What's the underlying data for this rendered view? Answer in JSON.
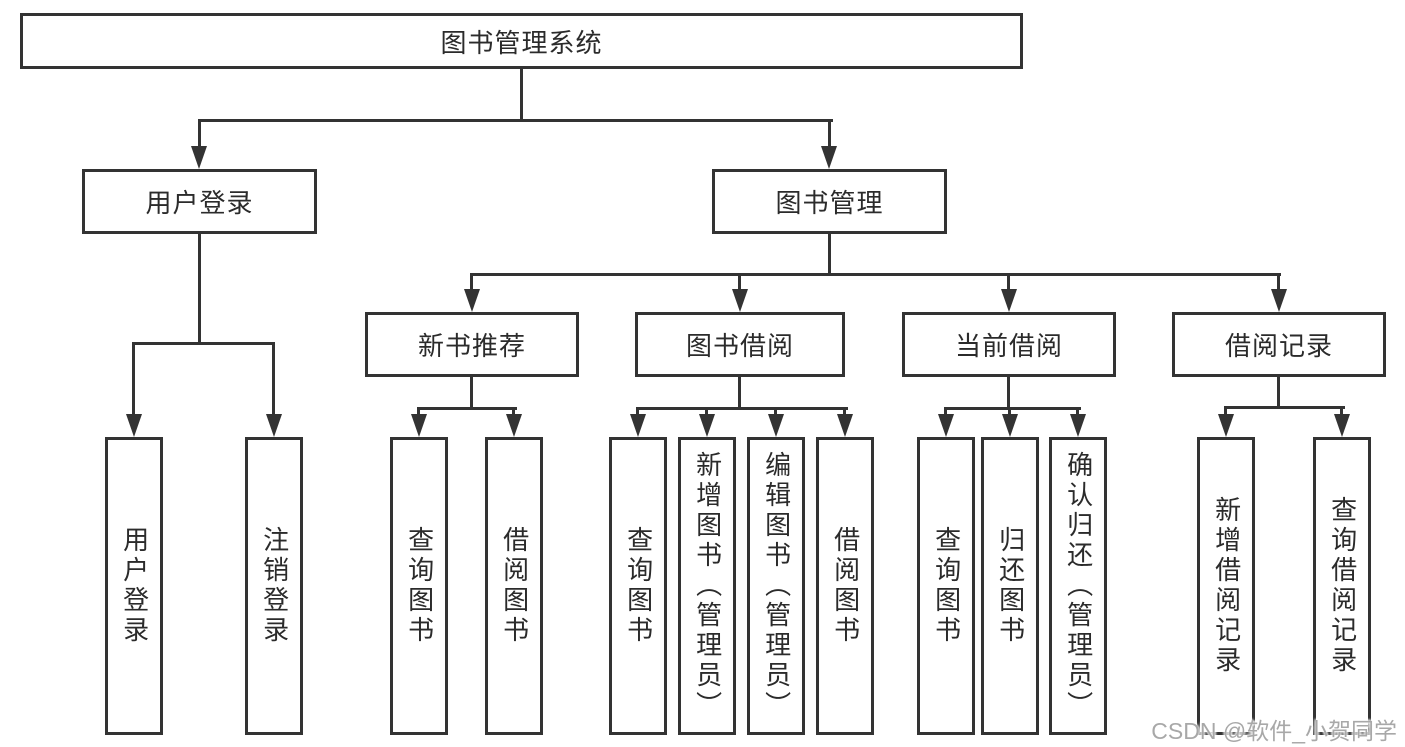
{
  "diagram": {
    "root": {
      "label": "图书管理系统"
    },
    "level2": [
      {
        "label": "用户登录"
      },
      {
        "label": "图书管理"
      }
    ],
    "level3": [
      {
        "label": "新书推荐"
      },
      {
        "label": "图书借阅"
      },
      {
        "label": "当前借阅"
      },
      {
        "label": "借阅记录"
      }
    ],
    "leaves": {
      "user_login": [
        {
          "label": "用户登录"
        },
        {
          "label": "注销登录"
        }
      ],
      "new_book": [
        {
          "label": "查询图书"
        },
        {
          "label": "借阅图书"
        }
      ],
      "book_borrow": [
        {
          "label": "查询图书"
        },
        {
          "label": "新增图书（管理员）"
        },
        {
          "label": "编辑图书（管理员）"
        },
        {
          "label": "借阅图书"
        }
      ],
      "current_borrow": [
        {
          "label": "查询图书"
        },
        {
          "label": "归还图书"
        },
        {
          "label": "确认归还（管理员）"
        }
      ],
      "borrow_record": [
        {
          "label": "新增借阅记录"
        },
        {
          "label": "查询借阅记录"
        }
      ]
    }
  },
  "watermark": {
    "text": "CSDN @软件_小贺同学"
  },
  "colors": {
    "line": "#333333",
    "text": "#2b2b2b",
    "box_bg": "#ffffff",
    "watermark": "#a8a8a8"
  }
}
